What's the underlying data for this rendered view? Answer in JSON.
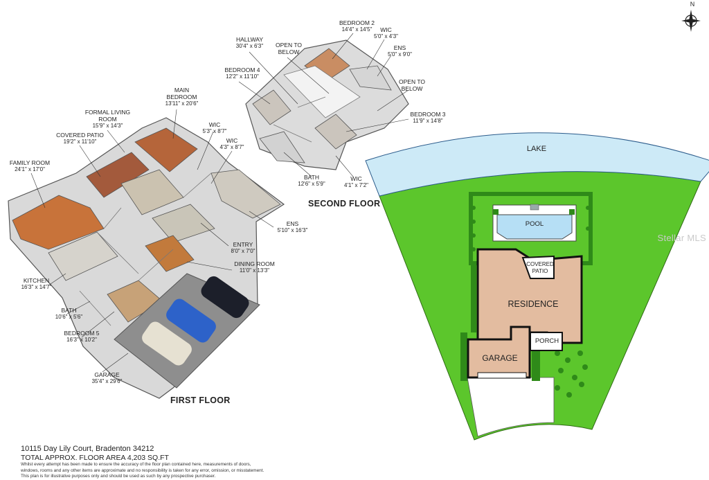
{
  "floors": {
    "first": "FIRST FLOOR",
    "second": "SECOND FLOOR"
  },
  "rooms": {
    "family_room": {
      "name": "FAMILY ROOM",
      "dim": "24'1\" x 17'0\""
    },
    "covered_patio": {
      "name": "COVERED PATIO",
      "dim": "19'2\" x 11'10\""
    },
    "formal_living": {
      "name1": "FORMAL LIVING",
      "name2": "ROOM",
      "dim": "15'9\" x 14'3\""
    },
    "main_bedroom": {
      "name1": "MAIN",
      "name2": "BEDROOM",
      "dim": "13'11\" x 20'6\""
    },
    "wic_main_1": {
      "name": "WIC",
      "dim": "5'3\" x 8'7\""
    },
    "wic_main_2": {
      "name": "WIC",
      "dim": "4'3\" x 8'7\""
    },
    "ens_main": {
      "name": "ENS",
      "dim": "5'10\" x 16'3\""
    },
    "entry": {
      "name": "ENTRY",
      "dim": "8'0\" x 7'0\""
    },
    "dining": {
      "name": "DINING ROOM",
      "dim": "11'0\" x 13'3\""
    },
    "kitchen": {
      "name": "KITCHEN",
      "dim": "16'3\" x 14'7\""
    },
    "bath_1": {
      "name": "BATH",
      "dim": "10'6\" x 5'6\""
    },
    "bedroom_5": {
      "name": "BEDROOM 5",
      "dim": "16'3\" x 10'2\""
    },
    "garage": {
      "name": "GARAGE",
      "dim": "35'4\" x 29'6\""
    },
    "hallway": {
      "name": "HALLWAY",
      "dim": "30'4\" x 6'3\""
    },
    "open_below_1": {
      "name1": "OPEN TO",
      "name2": "BELOW"
    },
    "bedroom_2": {
      "name": "BEDROOM 2",
      "dim": "14'4\" x 14'5\""
    },
    "wic_b2": {
      "name": "WIC",
      "dim": "5'0\" x 4'3\""
    },
    "ens_b2": {
      "name": "ENS",
      "dim": "5'0\" x 9'0\""
    },
    "open_below_2": {
      "name1": "OPEN TO",
      "name2": "BELOW"
    },
    "bedroom_4": {
      "name": "BEDROOM 4",
      "dim": "12'2\" x 11'10\""
    },
    "bedroom_3": {
      "name": "BEDROOM 3",
      "dim": "11'9\" x 14'8\""
    },
    "bath_2": {
      "name": "BATH",
      "dim": "12'6\" x 5'9\""
    },
    "wic_b3": {
      "name": "WIC",
      "dim": "4'1\" x 7'2\""
    }
  },
  "site": {
    "lake": "LAKE",
    "pool": "POOL",
    "covered_patio_1": "COVERED",
    "covered_patio_2": "PATIO",
    "residence": "RESIDENCE",
    "porch": "PORCH",
    "garage": "GARAGE",
    "colors": {
      "lawn": "#5cc62c",
      "lake": "#cdeaf7",
      "residence": "#e3bca0",
      "hedge": "#2f8a19",
      "pool": "#b6dff5"
    }
  },
  "compass": "N",
  "watermark": "Stellar MLS",
  "footer": {
    "address": "10115 Day Lily Court, Bradenton 34212",
    "area": "TOTAL APPROX. FLOOR AREA 4,203 SQ.FT",
    "disclaimer_1": "Whilst every attempt has been made to ensure the accuracy of the floor plan contained here, measurements of doors,",
    "disclaimer_2": "windows, rooms and any other items are approximate and no responsibility is taken for any error, omission, or misstatement.",
    "disclaimer_3": "This plan is for illustrative purposes only and should be used as such by any prospective purchaser."
  }
}
